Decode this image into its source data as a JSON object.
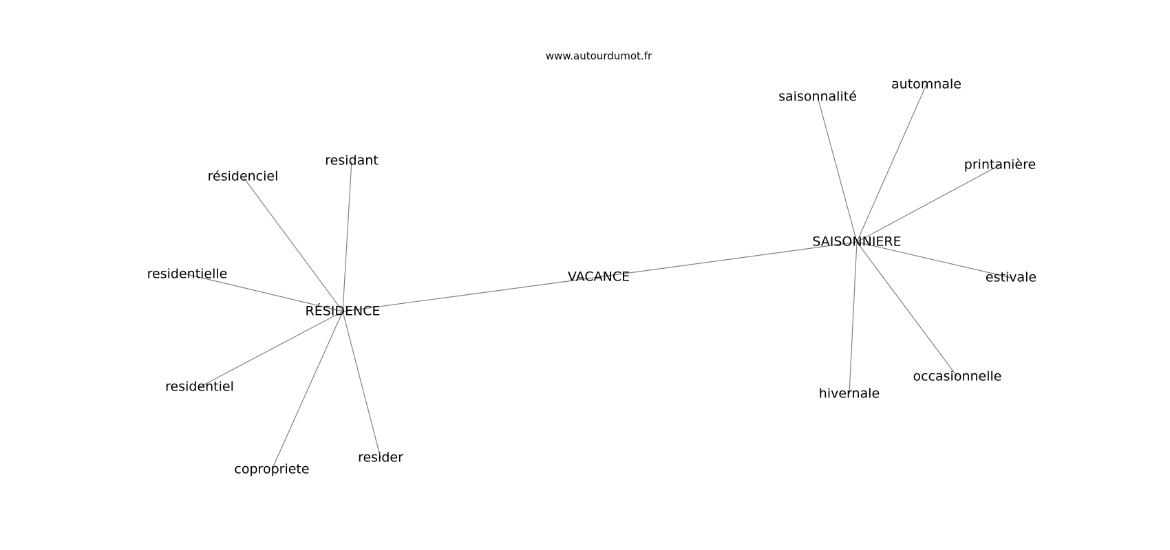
{
  "watermark": "www.autourdumot.fr",
  "graph": {
    "nodes": [
      {
        "id": "vacance",
        "label": "VACANCE"
      },
      {
        "id": "residence",
        "label": "RÉSIDENCE"
      },
      {
        "id": "saisonniere",
        "label": "SAISONNIERE"
      },
      {
        "id": "residant",
        "label": "residant"
      },
      {
        "id": "residenciel",
        "label": "résidenciel"
      },
      {
        "id": "residentielle",
        "label": "residentielle"
      },
      {
        "id": "residentiel",
        "label": "residentiel"
      },
      {
        "id": "copropriete",
        "label": "copropriete"
      },
      {
        "id": "resider",
        "label": "resider"
      },
      {
        "id": "saisonnalite",
        "label": "saisonnalité"
      },
      {
        "id": "automnale",
        "label": "automnale"
      },
      {
        "id": "printaniere",
        "label": "printanière"
      },
      {
        "id": "estivale",
        "label": "estivale"
      },
      {
        "id": "occasionnelle",
        "label": "occasionnelle"
      },
      {
        "id": "hivernale",
        "label": "hivernale"
      }
    ],
    "edges": [
      [
        "residence",
        "vacance"
      ],
      [
        "vacance",
        "saisonniere"
      ],
      [
        "residence",
        "residant"
      ],
      [
        "residence",
        "residenciel"
      ],
      [
        "residence",
        "residentielle"
      ],
      [
        "residence",
        "residentiel"
      ],
      [
        "residence",
        "copropriete"
      ],
      [
        "residence",
        "resider"
      ],
      [
        "saisonniere",
        "saisonnalite"
      ],
      [
        "saisonniere",
        "automnale"
      ],
      [
        "saisonniere",
        "printaniere"
      ],
      [
        "saisonniere",
        "estivale"
      ],
      [
        "saisonniere",
        "occasionnelle"
      ],
      [
        "saisonniere",
        "hivernale"
      ]
    ]
  }
}
